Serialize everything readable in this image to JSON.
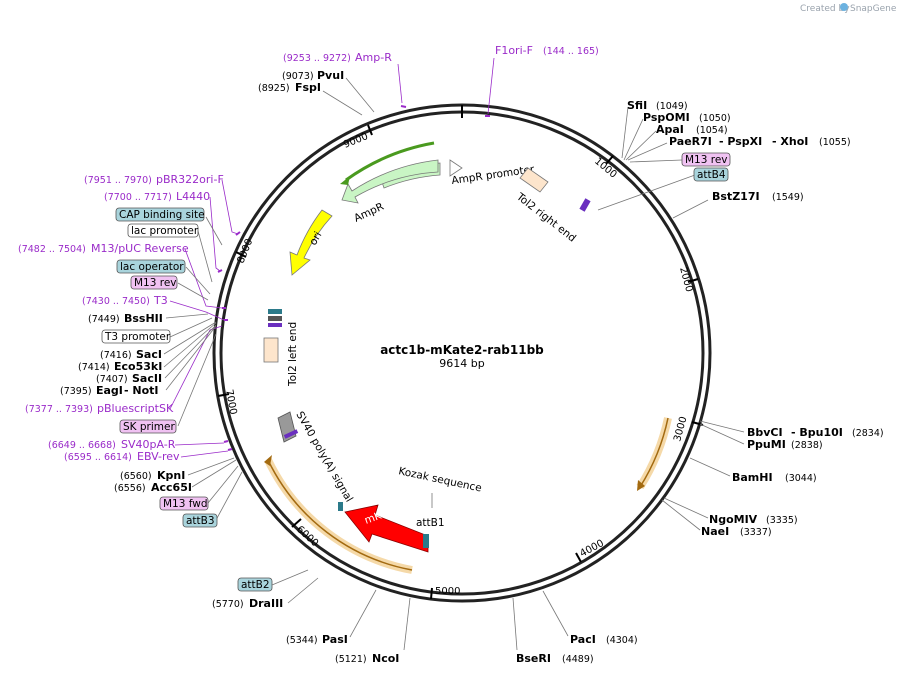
{
  "credit": {
    "prefix": "Created by",
    "brand": "SnapGene"
  },
  "plasmid": {
    "name": "actc1b-mKate2-rab11bb",
    "size": "9614 bp"
  },
  "ticks": [
    "1000",
    "2000",
    "3000",
    "4000",
    "5000",
    "6000",
    "7000",
    "8000",
    "9000"
  ],
  "features": {
    "ampr": "AmpR",
    "ampr_promoter": "AmpR promoter",
    "ori": "ori",
    "tol2_right": "Tol2 right end",
    "tol2_left": "Tol2 left end",
    "sv40": "SV40 poly(A) signal",
    "kozak": "Kozak sequence",
    "attb1": "attB1",
    "mkate2": "mKate2"
  },
  "primers": {
    "ampr_pos": "(9253 .. 9272)",
    "ampr": "Amp-R",
    "f1ori": "F1ori-F",
    "f1ori_pos": "(144 .. 165)",
    "pbr_pos": "(7951 .. 7970)",
    "pbr": "pBR322ori-F",
    "l4440_pos": "(7700 .. 7717)",
    "l4440": "L4440",
    "m13puc_pos": "(7482 .. 7504)",
    "m13puc": "M13/pUC Reverse",
    "t3_pos": "(7430 .. 7450)",
    "t3": "T3",
    "pbs_pos": "(7377 .. 7393)",
    "pbs": "pBluescriptSK",
    "sv40r_pos": "(6649 .. 6668)",
    "sv40r": "SV40pA-R",
    "ebv_pos": "(6595 .. 6614)",
    "ebv": "EBV-rev"
  },
  "enzymes": {
    "pvui": "PvuI",
    "pvui_pos": "(9073)",
    "fspi": "FspI",
    "fspi_pos": "(8925)",
    "sfii": "SfiI",
    "sfii_pos": "(1049)",
    "pspomi": "PspOMI",
    "pspomi_pos": "(1050)",
    "apai": "ApaI",
    "apai_pos": "(1054)",
    "paer7i": "PaeR7I",
    "pspxi": "- PspXI",
    "xhoi": "- XhoI",
    "xhoi_pos": "(1055)",
    "bstz17i": "BstZ17I",
    "bstz17i_pos": "(1549)",
    "bssh2": "BssHII",
    "bssh2_pos": "(7449)",
    "saci": "SacI",
    "saci_pos": "(7416)",
    "eco53ki": "Eco53kI",
    "eco53ki_pos": "(7414)",
    "sacii": "SacII",
    "sacii_pos": "(7407)",
    "eagi": "EagI",
    "noti": "- NotI",
    "eagi_pos": "(7395)",
    "kpni": "KpnI",
    "kpni_pos": "(6560)",
    "acc65i": "Acc65I",
    "acc65i_pos": "(6556)",
    "dra3": "DraIII",
    "dra3_pos": "(5770)",
    "pasi": "PasI",
    "pasi_pos": "(5344)",
    "ncoi": "NcoI",
    "ncoi_pos": "(5121)",
    "bserI": "BseRI",
    "bseri_pos": "(4489)",
    "paci": "PacI",
    "paci_pos": "(4304)",
    "ngomiv": "NgoMIV",
    "ngomiv_pos": "(3335)",
    "naei": "NaeI",
    "naei_pos": "(3337)",
    "bamhi": "BamHI",
    "bamhi_pos": "(3044)",
    "bbvci": "BbvCI",
    "bpu10i": "- Bpu10I",
    "bbvci_pos": "(2834)",
    "ppumi": "PpuMI",
    "ppumi_pos": "(2838)"
  },
  "boxes": {
    "m13rev": "M13 rev",
    "attb4": "attB4",
    "cap": "CAP binding site",
    "lacprom": "lac promoter",
    "lacop": "lac operator",
    "m13rev2": "M13 rev",
    "t3prom": "T3 promoter",
    "skprimer": "SK primer",
    "m13fwd": "M13 fwd",
    "attb3": "attB3",
    "attb2": "attB2"
  },
  "colors": {
    "primer": "#9a2bc9",
    "ampr": "#c9f5c4",
    "ori": "#ffff00",
    "mkate2": "#ff0000",
    "teal_box": "#a9d4dc",
    "pink_box": "#f0c2f2",
    "orange_glow": "#f5d9a8",
    "tol2": "#fde5cc"
  }
}
